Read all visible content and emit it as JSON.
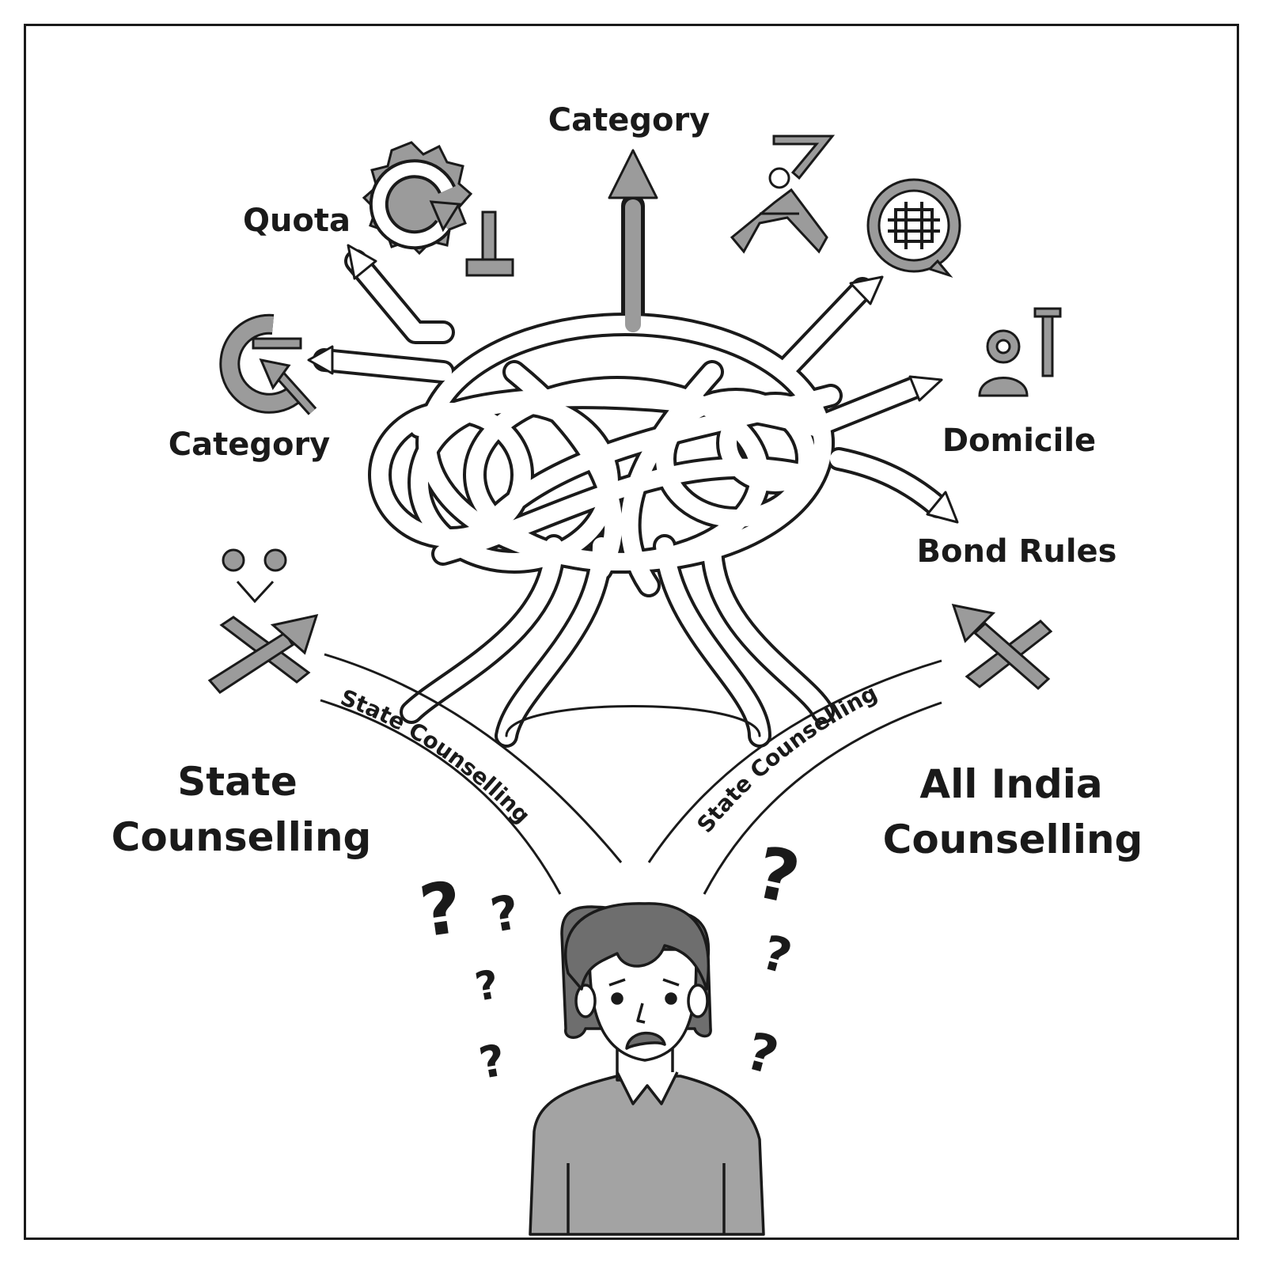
{
  "labels": {
    "category_top": "Category",
    "quota": "Quota",
    "category_left": "Category",
    "domicile": "Domicile",
    "bond_rules": "Bond Rules",
    "state_line1": "State",
    "state_line2": "Counselling",
    "india_line1": "All India",
    "india_line2": "Counselling"
  },
  "arc_labels": {
    "left": "State Counselling",
    "right": "State Counselling"
  },
  "question_mark": "?",
  "colors": {
    "ink": "#1a1a1a",
    "grey_fill": "#9b9b9b",
    "skin": "#ffffff",
    "hair": "#6e6e6e",
    "sweater": "#a3a3a3"
  }
}
